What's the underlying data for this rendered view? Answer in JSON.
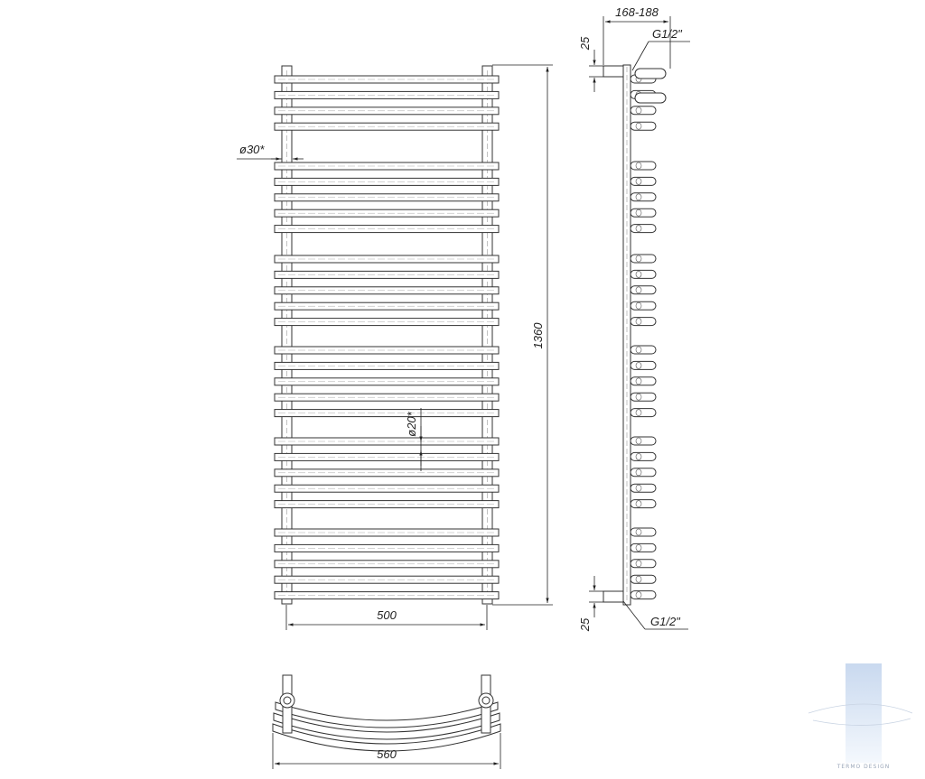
{
  "front_view": {
    "dim_height": "1360",
    "dim_width": "500",
    "dim_pipe_diameter": "ø30*",
    "dim_bar_diameter": "ø20*"
  },
  "side_view": {
    "dim_depth": "168-188",
    "dim_top_offset": "25",
    "dim_bottom_offset": "25",
    "thread_top": "G1/2\"",
    "thread_bottom": "G1/2\""
  },
  "top_view": {
    "dim_width": "560"
  },
  "watermark": {
    "text": "TERMO DESIGN"
  }
}
